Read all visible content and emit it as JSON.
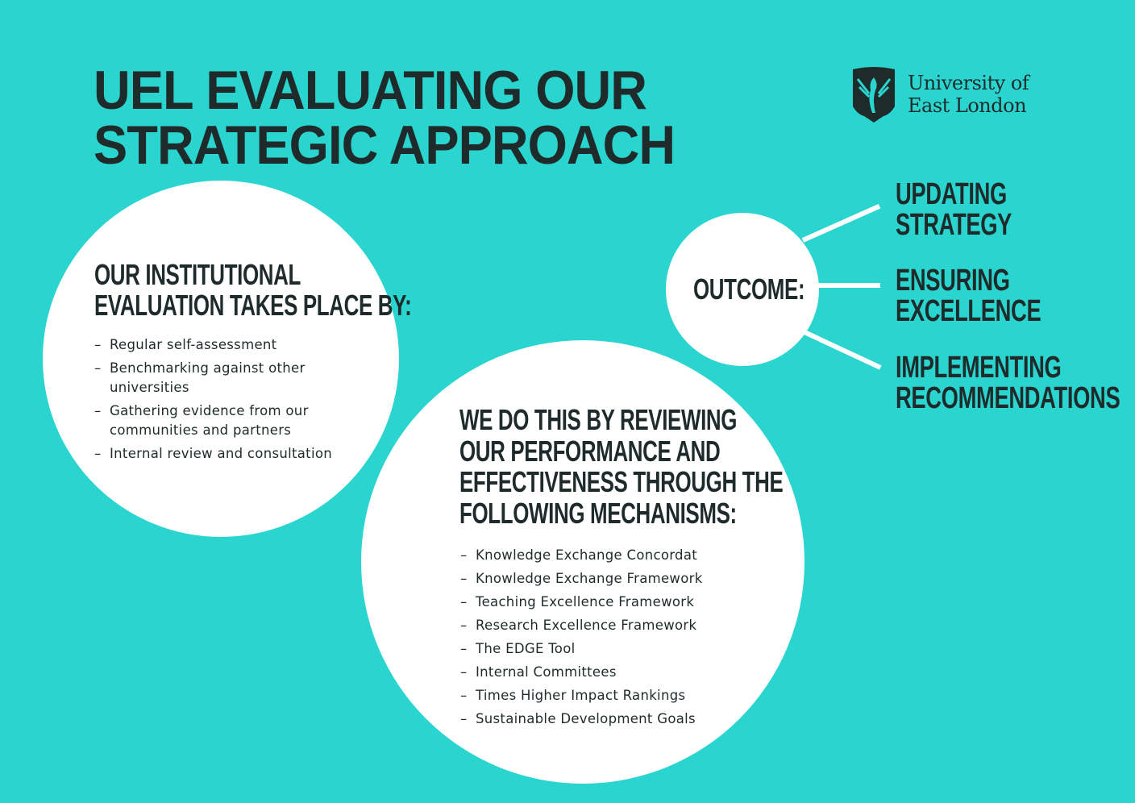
{
  "title": {
    "line1": "UEL EVALUATING OUR",
    "line2": "STRATEGIC APPROACH"
  },
  "logo": {
    "line1": "University of",
    "line2": "East London",
    "icon": "phoenix-crest-icon"
  },
  "evaluation": {
    "heading1": "OUR INSTITUTIONAL",
    "heading2": "EVALUATION TAKES PLACE BY:",
    "items": [
      "Regular self-assessment",
      "Benchmarking against other universities",
      "Gathering evidence from our communities and partners",
      "Internal review and consultation"
    ]
  },
  "mechanisms": {
    "heading": [
      "WE DO THIS BY REVIEWING",
      "OUR PERFORMANCE AND",
      "EFFECTIVENESS THROUGH THE",
      "FOLLOWING MECHANISMS:"
    ],
    "items": [
      "Knowledge Exchange Concordat",
      "Knowledge Exchange Framework",
      "Teaching Excellence Framework",
      "Research Excellence Framework",
      "The EDGE Tool",
      "Internal Committees",
      "Times Higher Impact Rankings",
      "Sustainable Development Goals"
    ]
  },
  "outcome": {
    "label": "OUTCOME:",
    "items": [
      [
        "UPDATING",
        "STRATEGY"
      ],
      [
        "ENSURING",
        "EXCELLENCE"
      ],
      [
        "IMPLEMENTING",
        "RECOMMENDATIONS"
      ]
    ]
  },
  "colors": {
    "background": "#2ad4cf",
    "text": "#1f2b2b",
    "circle": "#ffffff"
  }
}
